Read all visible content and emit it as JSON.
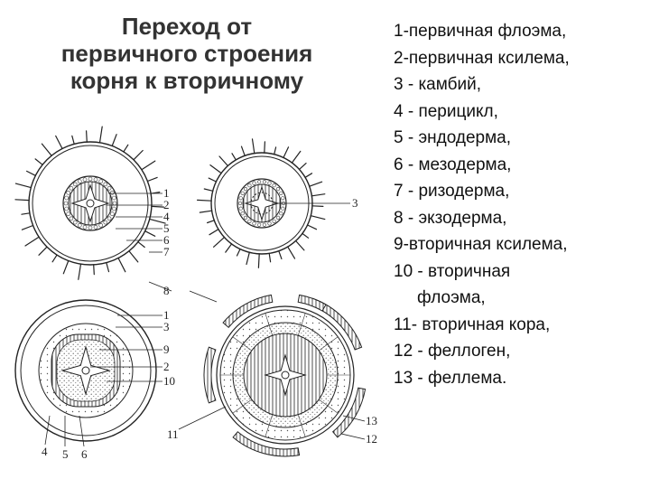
{
  "title": {
    "lines": [
      "Переход от",
      "первичного строения",
      "корня к вторичному"
    ]
  },
  "legend": [
    "1-первичная флоэма,",
    "2-первичная ксилема,",
    "3 - камбий,",
    "4 - перицикл,",
    "5 - эндодерма,",
    "6 - мезодерма,",
    "7 - ризодерма,",
    "8 - экзодерма,",
    "9-вторичная ксилема,",
    "10 - вторичная",
    "флоэма,",
    "11- вторичная кора,",
    "12 - феллоген,",
    "13 - феллема."
  ],
  "diagram": {
    "labels_left_column": [
      "1",
      "2",
      "4",
      "5",
      "6",
      "7"
    ],
    "label_right_top": "3",
    "label_middle": "8",
    "labels_bottom_left_column": [
      "1",
      "3",
      "9",
      "2",
      "10"
    ],
    "labels_bottom_under": [
      "4",
      "5",
      "6"
    ],
    "label_bottom_11": "11",
    "labels_bottom_right": [
      "13",
      "12"
    ]
  }
}
